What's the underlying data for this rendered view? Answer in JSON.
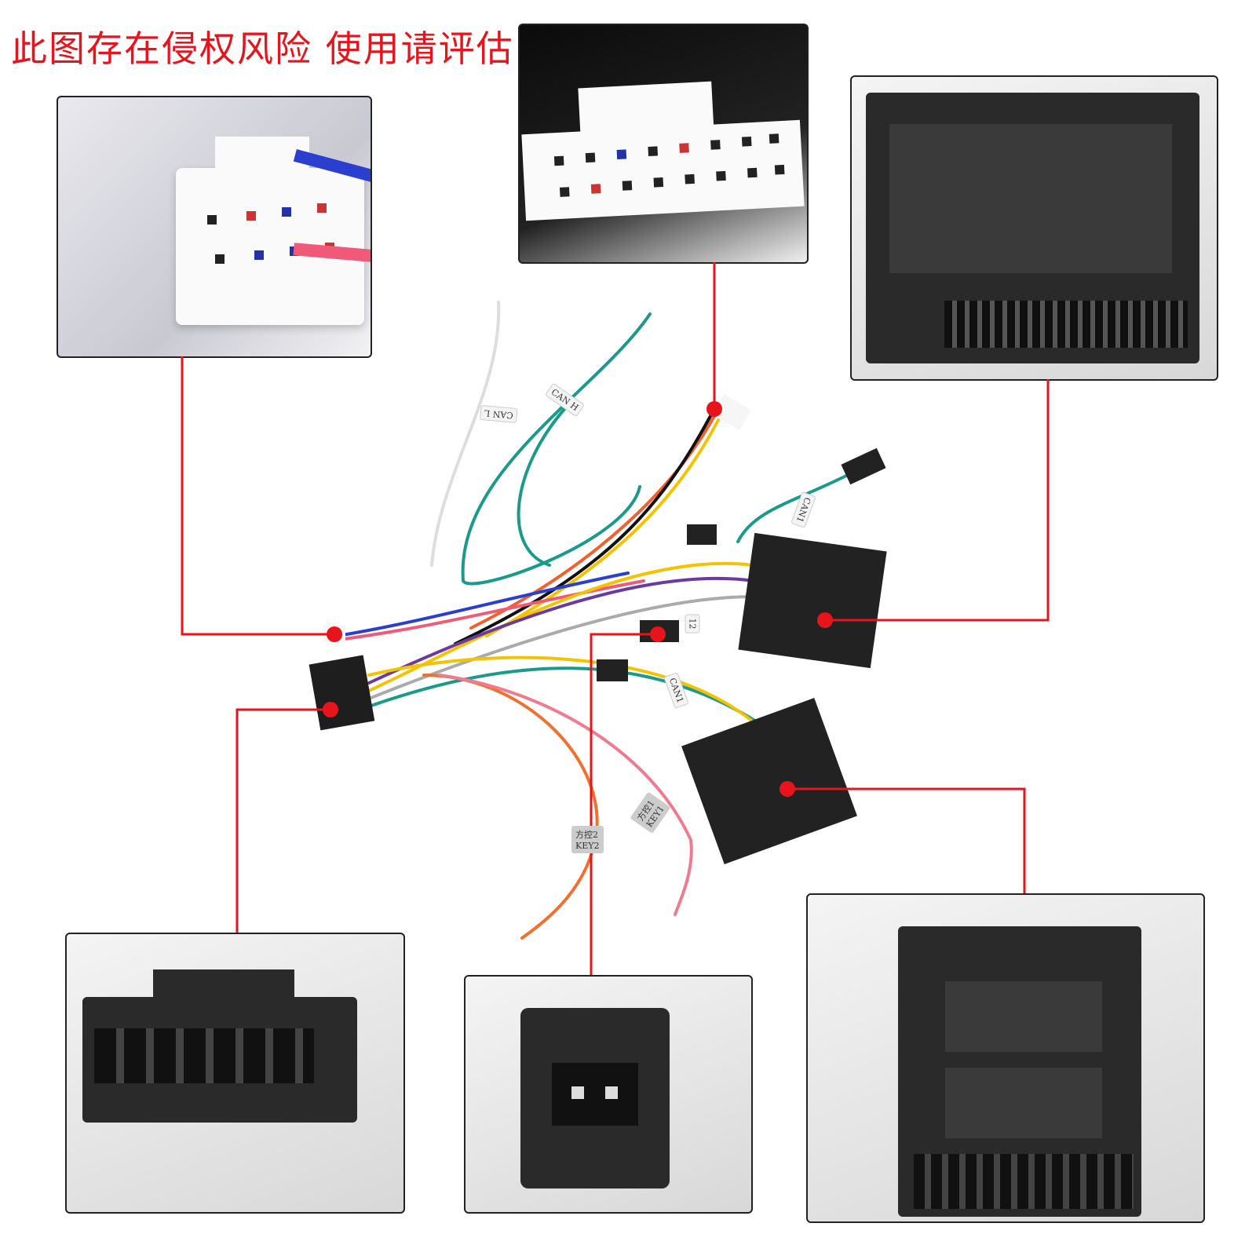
{
  "title": "此图存在侵权风险  使用请评估",
  "wire_labels": {
    "can_l": "CAN L",
    "can_h": "CAN H",
    "can1_top": "CAN1",
    "can1_mid": "CAN1",
    "pin_12": "12",
    "key2": "方控2\nKEY2",
    "key1": "方控1\nKEY1"
  },
  "colors": {
    "callout": "#e8141b",
    "teal": "#1a9a8a",
    "connector": "#1e1e1e"
  }
}
